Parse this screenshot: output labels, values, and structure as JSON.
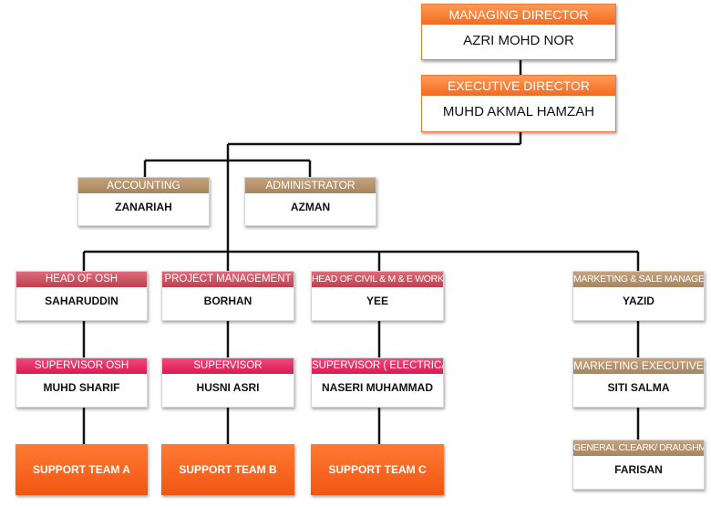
{
  "top": [
    {
      "title": "MANAGING DIRECTOR",
      "name": "AZRI MOHD NOR"
    },
    {
      "title": "EXECUTIVE DIRECTOR",
      "name": "MUHD AKMAL HAMZAH"
    }
  ],
  "staff": [
    {
      "title": "ACCOUNTING",
      "name": "ZANARIAH"
    },
    {
      "title": "ADMINISTRATOR",
      "name": "AZMAN"
    }
  ],
  "heads": [
    {
      "title": "HEAD  OF OSH",
      "name": "SAHARUDDIN"
    },
    {
      "title": "PROJECT  MANAGEMENT",
      "name": "BORHAN"
    },
    {
      "title": "HEAD OF CIVIL & M & E WORK",
      "name": "YEE"
    },
    {
      "title": "MARKETING & SALE MANAGER",
      "name": "YAZID"
    }
  ],
  "supervisors": [
    {
      "title": "SUPERVISOR OSH",
      "name": "MUHD SHARIF"
    },
    {
      "title": "SUPERVISOR",
      "name": "HUSNI ASRI"
    },
    {
      "title": "SUPERVISOR  ( ELECTRICAL)",
      "name": "NASERI  MUHAMMAD"
    },
    {
      "title": "MARKETING  EXECUTIVE",
      "name": "SITI SALMA"
    }
  ],
  "support": [
    "SUPPORT TEAM A",
    "SUPPORT TEAM B",
    "SUPPORT TEAM C"
  ],
  "clerk": {
    "title": "GENERAL CLEARK/ DRAUGHMAN",
    "name": "FARISAN"
  },
  "colors": {
    "top_header": "#f26a22",
    "tan_header": "#a7855f",
    "red_header": "#c0404f",
    "pink_header": "#d81b55",
    "support_fill": "#f05612",
    "connector": "#111111"
  }
}
